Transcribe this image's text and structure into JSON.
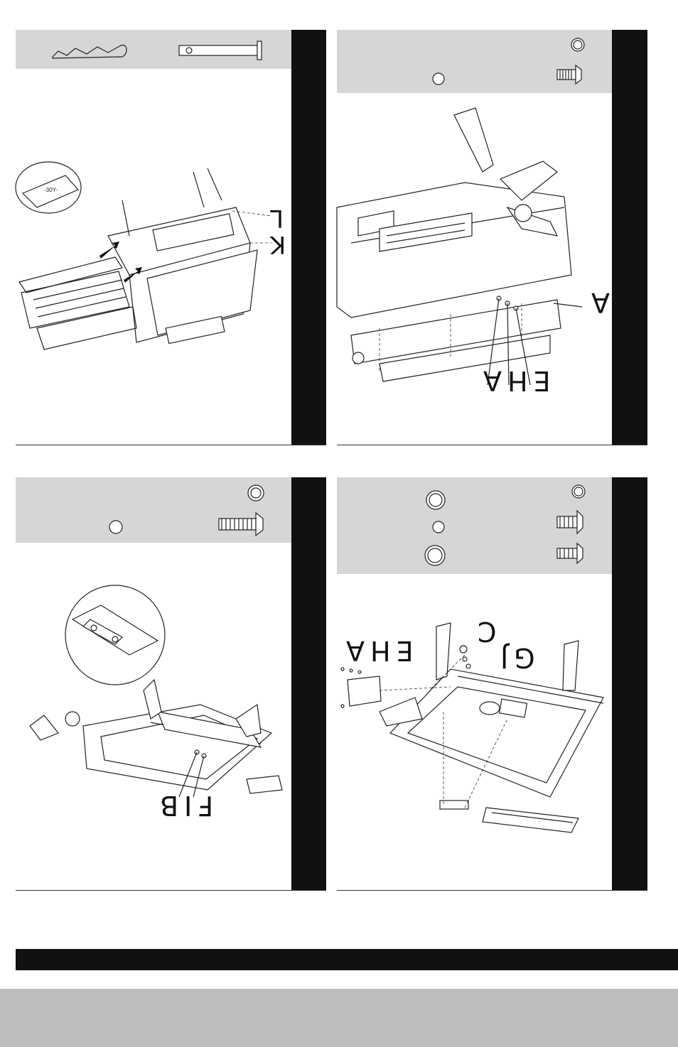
{
  "steps": [
    {
      "labels": [
        "L",
        "K"
      ],
      "hardware": [
        "cotter-pin",
        "hitch-pin"
      ]
    },
    {
      "labels": [
        "A",
        "EHA"
      ],
      "hardware": [
        "washer",
        "lock-washer",
        "screw"
      ]
    },
    {
      "labels": [
        "FIB"
      ],
      "hardware": [
        "washer",
        "lock-washer",
        "screw"
      ]
    },
    {
      "labels": [
        "EHA",
        "C",
        "GJ"
      ],
      "hardware": [
        "lock-washer",
        "small-washer",
        "flat-washer",
        "washer",
        "screw",
        "screw"
      ]
    }
  ]
}
